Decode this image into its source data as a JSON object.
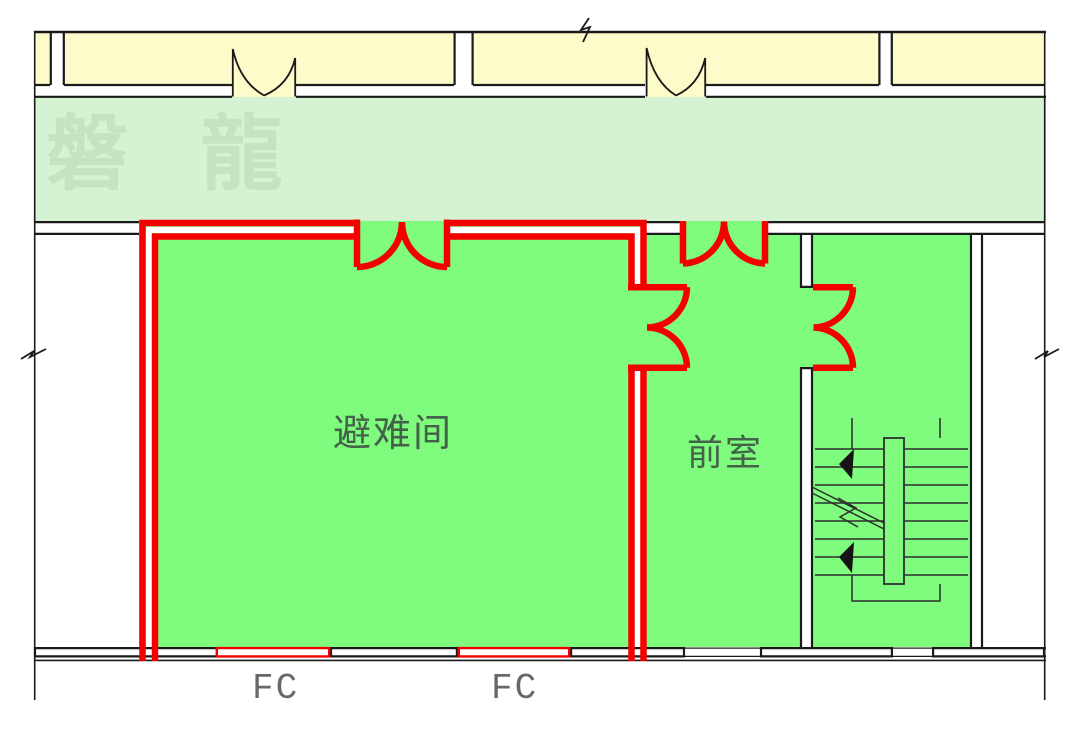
{
  "plan": {
    "watermark": "磐 龍",
    "rooms": {
      "refuge": {
        "label": "避难间"
      },
      "vestibule": {
        "label": "前室"
      }
    },
    "fire_curtains": [
      {
        "label": "FC"
      },
      {
        "label": "FC"
      }
    ],
    "colors": {
      "refuge_fill": "#7FFC7D",
      "corridor_fill": "#D5F3D3",
      "neighbor_fill": "#FDFBC9",
      "fire_line": "#F40000",
      "wall_line": "#1A1A1A",
      "room_text": "#44624A",
      "fc_text": "#686868",
      "watermark_text": "#C3E3C1"
    }
  }
}
